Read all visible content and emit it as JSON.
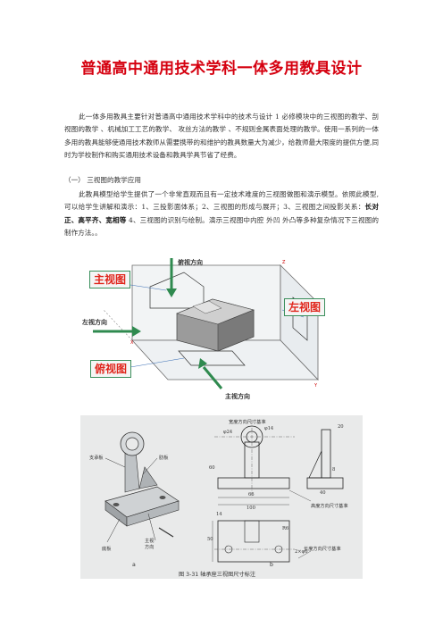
{
  "title": "普通高中通用技术学科一体多用教具设计",
  "intro": "此一体多用教具主要针对普通高中通用技术学科中的技术与设计 1 必修模块中的三视图的教学、剖视图的教学 、机械加工工艺的教学、 攻丝方法的教学 、不规则金属表面处理的教学。使用一系列的一体多用的教具能够使通用技术教师从需要携带的和维护的教具数量大为减少，给教师最大限度的提供方便,同时为学校制作和购买通用技术设备和教具学具节省了经费。",
  "section1_heading": "（一）  三视图的教学应用",
  "section1_part1": "此教具模型给学生提供了一个非常直观而且有一定技术难度的三视图做图和演示模型。依照此模型,可以给学生讲解和演示：1、三投影面体系；2、三视图的形成与展开；3、三视图之间投影关系：",
  "section1_bold": "长对正、高平齐、宽相等",
  "section1_part2": " 4、三视图的识别与绘制。演示三视图中内腔 外凹 外凸等多种复杂情况下三视图的制作方法。。",
  "figure1": {
    "front_view": "主视图",
    "left_view": "左视图",
    "top_view": "俯视图",
    "dir_top": "俯视方向",
    "dir_left": "左视方向",
    "dir_front": "主视方向",
    "axis_x": "X",
    "axis_y": "Y",
    "axis_z": "Z"
  },
  "figure2": {
    "label_support": "支承板",
    "label_rib": "肋板",
    "label_base": "底板",
    "label_main_dir": "主视\n方向",
    "label_width_datum": "宽度方向尺寸基准",
    "label_height_datum": "高度方向尺寸基准",
    "label_length_datum": "长度方向尺寸基准",
    "dim_phi24": "φ24",
    "dim_phi14": "φ14",
    "dim_20": "20",
    "dim_8": "8",
    "dim_60": "60",
    "dim_66": "66",
    "dim_100": "100",
    "dim_50": "50",
    "dim_40": "40",
    "dim_14": "14",
    "dim_2phi6": "2×φ6",
    "dim_r6": "R6",
    "sub_a": "a",
    "sub_b": "b",
    "caption": "图 3-31  轴承座三视图尺寸标注"
  }
}
